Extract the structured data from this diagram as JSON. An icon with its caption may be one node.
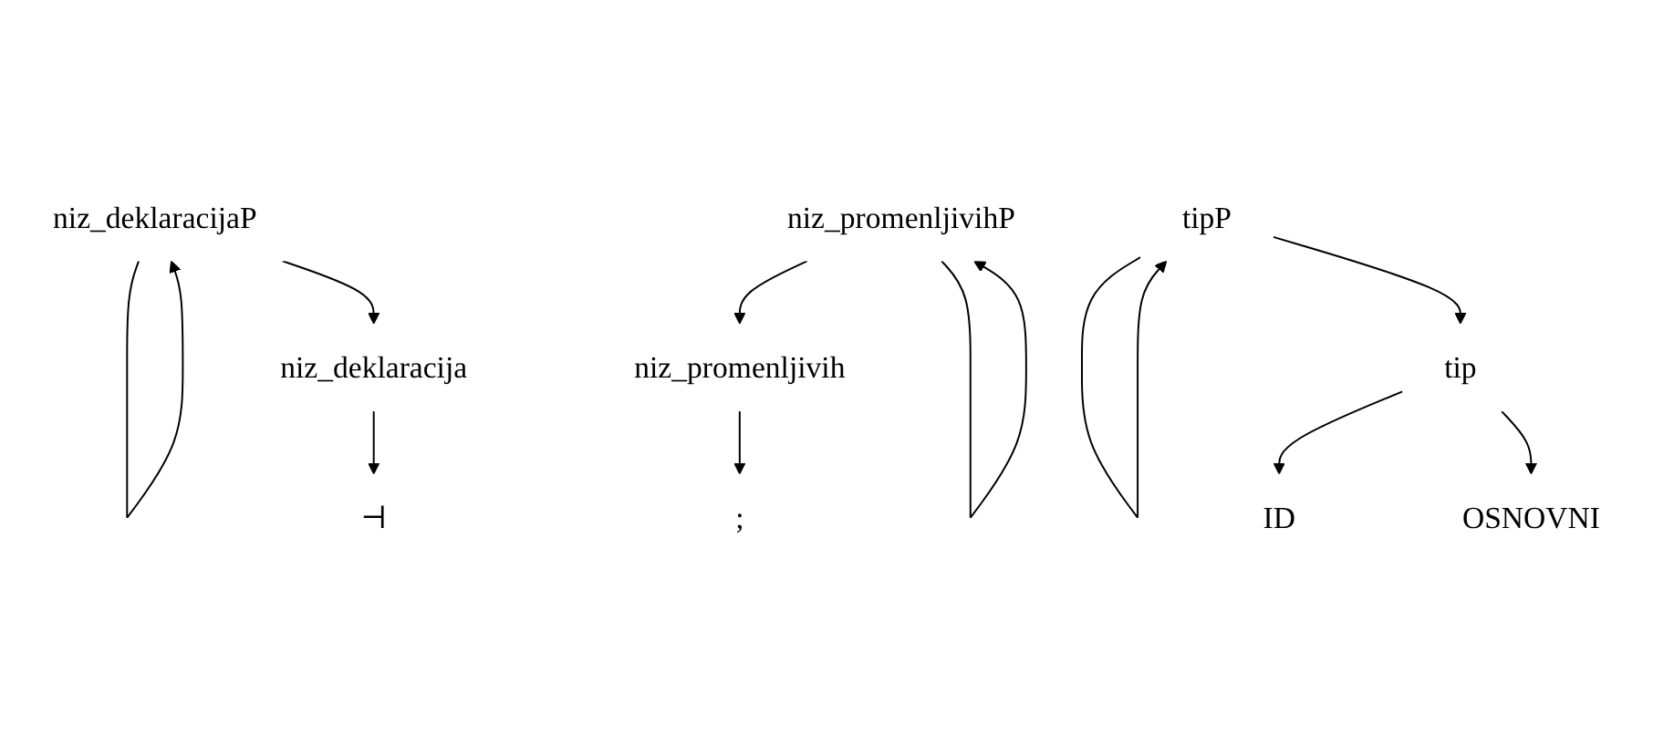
{
  "diagram": {
    "nodes": [
      {
        "text": [
          "niz_deklaracijaP"
        ]
      },
      {
        "text": [
          "niz_deklaracija"
        ]
      },
      {
        "text": [
          "⊣"
        ]
      },
      {
        "text": [
          ";"
        ]
      },
      {
        "text": [
          "niz_promenljivih"
        ]
      },
      {
        "text": [
          "niz_promenljivihP"
        ]
      },
      {
        "text": [
          "tipP"
        ]
      },
      {
        "text": [
          "tip"
        ]
      },
      {
        "text": [
          "ID"
        ]
      },
      {
        "text": [
          "OSNOVNI"
        ]
      }
    ],
    "edges": [
      {
        "from": 0,
        "to": 0,
        "arrow": "to"
      },
      {
        "from": 0,
        "to": 1,
        "arrow": "to"
      },
      {
        "from": 1,
        "to": 2,
        "arrow": "to"
      },
      {
        "from": 4,
        "to": 3,
        "arrow": "to"
      },
      {
        "from": 5,
        "to": 4,
        "arrow": "to"
      },
      {
        "from": 5,
        "to": 5,
        "arrow": "to"
      },
      {
        "from": 6,
        "to": 6,
        "arrow": "to"
      },
      {
        "from": 6,
        "to": 7,
        "arrow": "to"
      },
      {
        "from": 7,
        "to": 8,
        "arrow": "to"
      },
      {
        "from": 7,
        "to": 9,
        "arrow": "to"
      }
    ]
  }
}
